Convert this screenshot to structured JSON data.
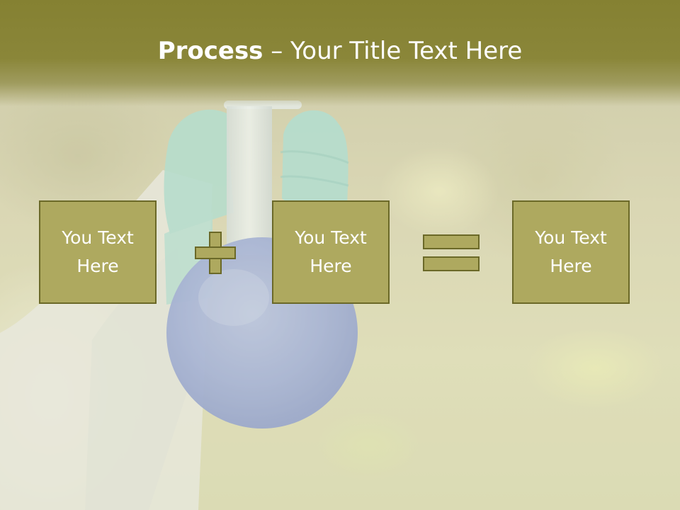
{
  "slide": {
    "title_bold": "Process",
    "title_rest": " – Your Title Text Here"
  },
  "process": {
    "steps": [
      {
        "text": "You Text Here"
      },
      {
        "text": "You Text Here"
      },
      {
        "text": "You Text Here"
      }
    ],
    "operators": [
      "plus-icon",
      "equals-icon"
    ]
  },
  "colors": {
    "header": "#858132",
    "card_fill": "#aea95f",
    "card_border": "#6b6928",
    "text": "#ffffff"
  }
}
